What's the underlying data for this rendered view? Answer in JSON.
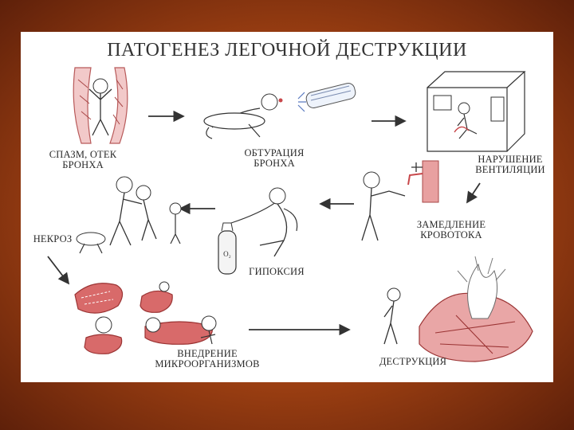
{
  "title": "ПАТОГЕНЕЗ ЛЕГОЧНОЙ ДЕСТРУКЦИИ",
  "stages": {
    "spasm": [
      "СПАЗМ, ОТЕК",
      "БРОНХА"
    ],
    "obturation": [
      "ОБТУРАЦИЯ",
      "БРОНХА"
    ],
    "ventilation": [
      "НАРУШЕНИЕ",
      "ВЕНТИЛЯЦИИ"
    ],
    "bloodflow": [
      "ЗАМЕДЛЕНИЕ",
      "КРОВОТОКА"
    ],
    "hypoxia": "ГИПОКСИЯ",
    "necrosis": "НЕКРОЗ",
    "microorganisms": [
      "ВНЕДРЕНИЕ",
      "МИКРООРГАНИЗМОВ"
    ],
    "destruction": "ДЕСТРУКЦИЯ"
  },
  "cylinder_label": "O₂",
  "colors": {
    "background": "#9c3f12",
    "tissue_red": "#c8474a",
    "ink": "#2a2a2a"
  }
}
